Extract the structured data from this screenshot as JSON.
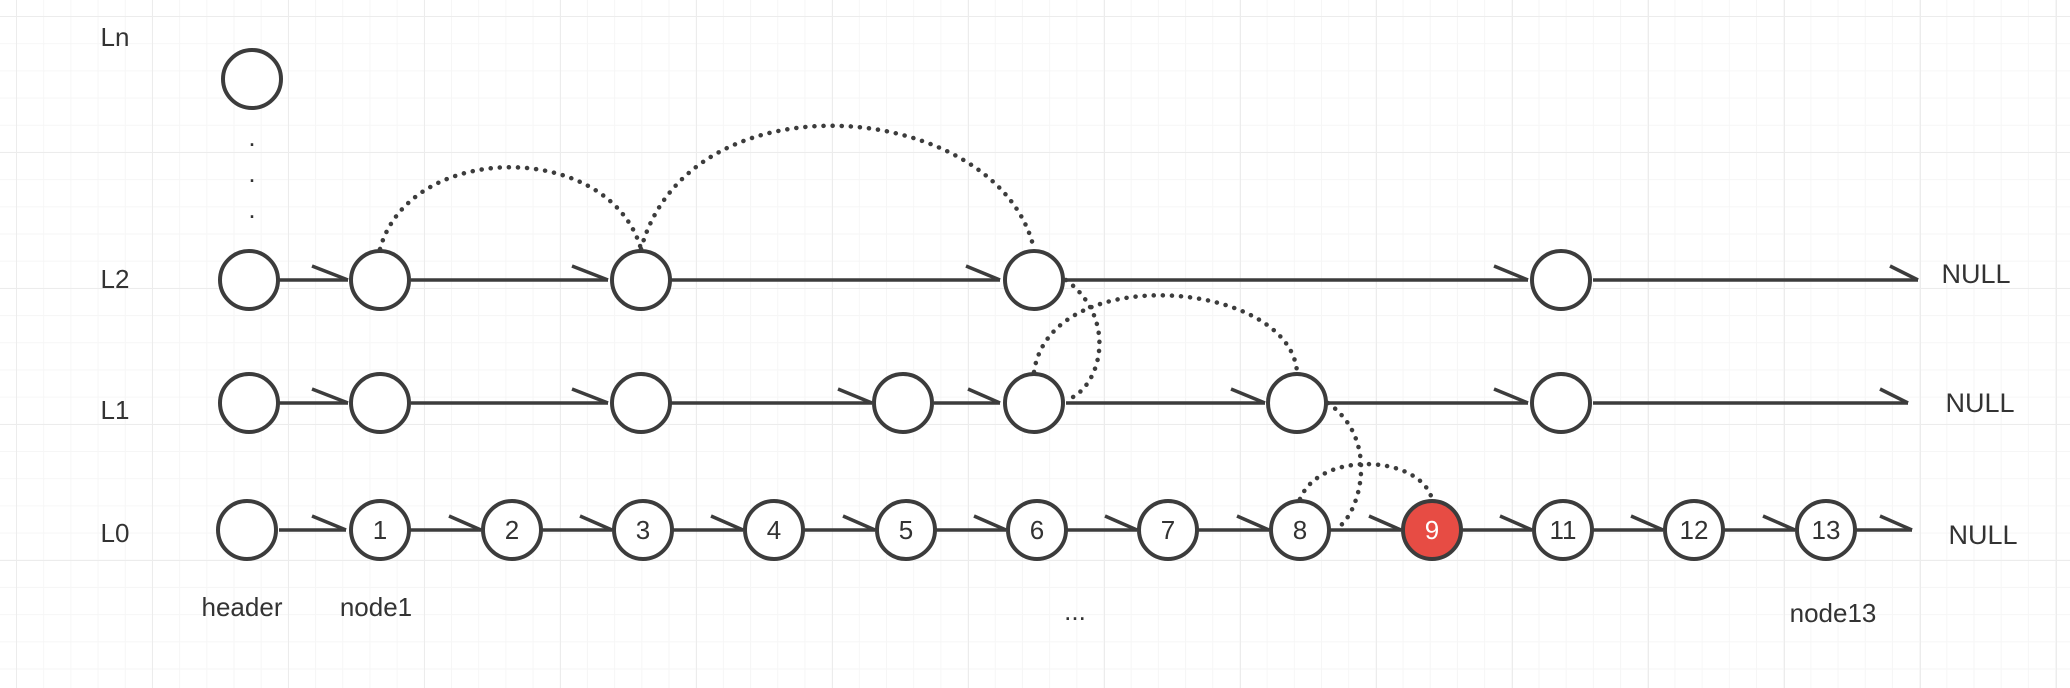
{
  "levels": {
    "ln": "Ln",
    "l2": "L2",
    "l1": "L1",
    "l0": "L0",
    "ellipsis_dots": ".",
    "null_l2": "NULL",
    "null_l1": "NULL",
    "null_l0": "NULL"
  },
  "l0_nodes": [
    "1",
    "2",
    "3",
    "4",
    "5",
    "6",
    "7",
    "8",
    "9",
    "11",
    "12",
    "13"
  ],
  "bottom_labels": {
    "header": "header",
    "node1": "node1",
    "ellipsis": "...",
    "node13": "node13"
  },
  "colors": {
    "highlight_node": "#e74c44",
    "stroke": "#3c3c3c"
  }
}
